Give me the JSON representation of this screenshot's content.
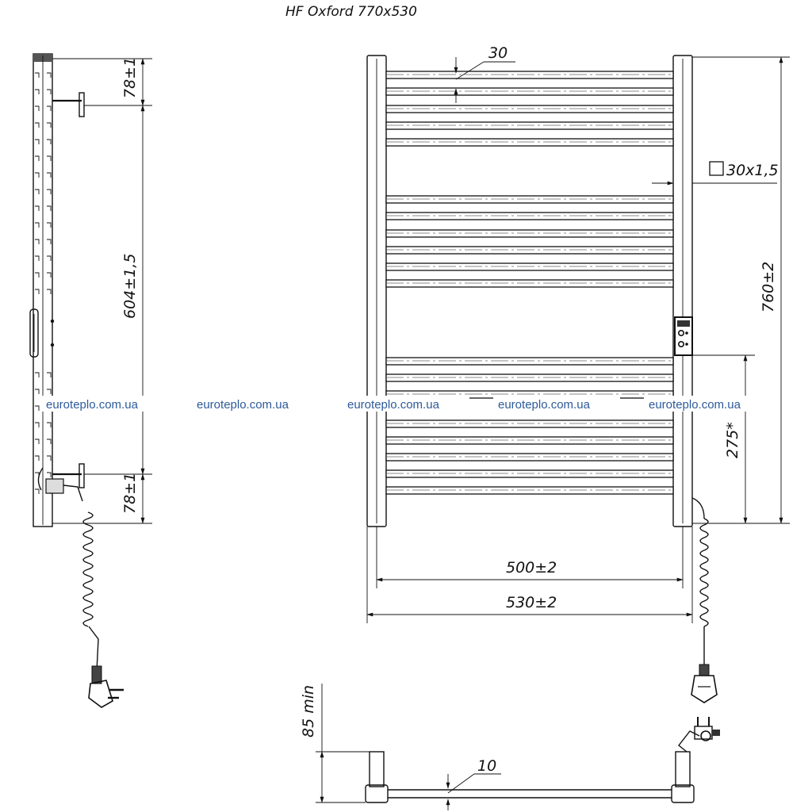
{
  "title": "HF Oxford 770x530",
  "watermark": "euroteplo.com.ua",
  "dimensions": {
    "top_offset": "78±1",
    "middle_span": "604±1,5",
    "bottom_offset": "78±1",
    "bar_pitch": "30",
    "profile": "30x1,5",
    "height": "760±2",
    "heater_height": "275*",
    "inner_width": "500±2",
    "outer_width": "530±2",
    "wall_min": "85 min",
    "bar_thickness": "10"
  },
  "icons": {
    "profile_square": "square-section-icon",
    "plug": "plug-icon",
    "controller": "controller-icon"
  }
}
